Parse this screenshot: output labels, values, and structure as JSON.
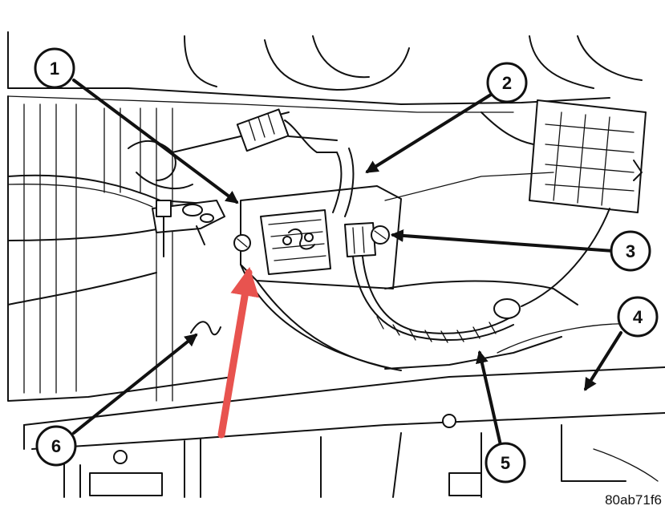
{
  "callouts": [
    {
      "id": "callout-1",
      "label": "1"
    },
    {
      "id": "callout-2",
      "label": "2"
    },
    {
      "id": "callout-3",
      "label": "3"
    },
    {
      "id": "callout-4",
      "label": "4"
    },
    {
      "id": "callout-5",
      "label": "5"
    },
    {
      "id": "callout-6",
      "label": "6"
    }
  ],
  "reference_code": "80ab71f6",
  "colors": {
    "highlight_arrow": "#e8534f",
    "ink": "#111111"
  }
}
